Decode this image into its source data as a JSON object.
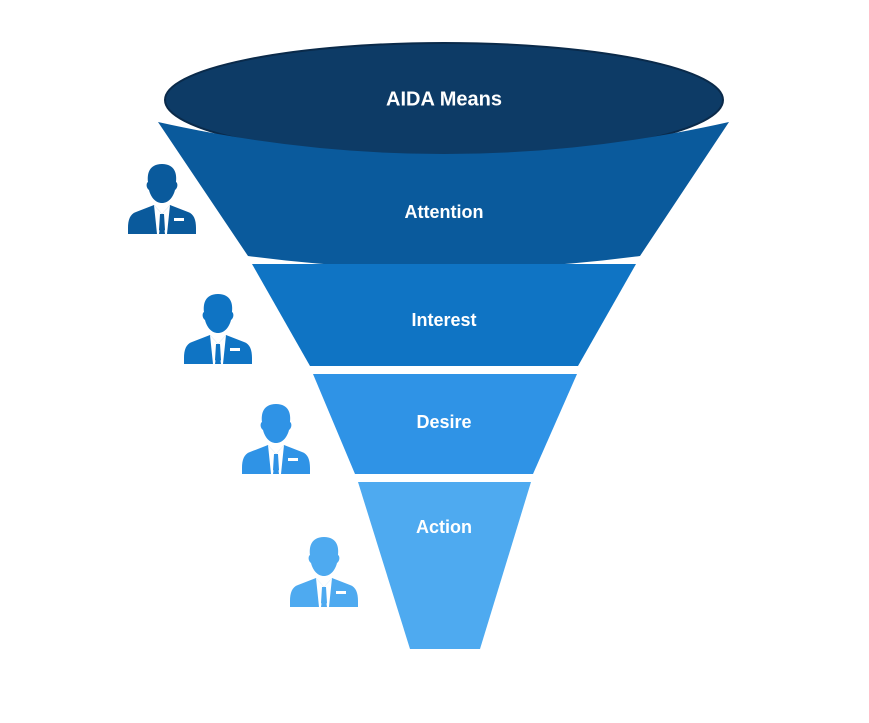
{
  "title": "AIDA Means",
  "stages": [
    {
      "label": "Attention",
      "color": "#0a5a9c"
    },
    {
      "label": "Interest",
      "color": "#0f74c4"
    },
    {
      "label": "Desire",
      "color": "#2f93e6"
    },
    {
      "label": "Action",
      "color": "#4eaaf0"
    }
  ],
  "top_color": "#0d3b66",
  "icon_colors": [
    "#0a5a9c",
    "#0f74c4",
    "#2f93e6",
    "#4eaaf0"
  ]
}
